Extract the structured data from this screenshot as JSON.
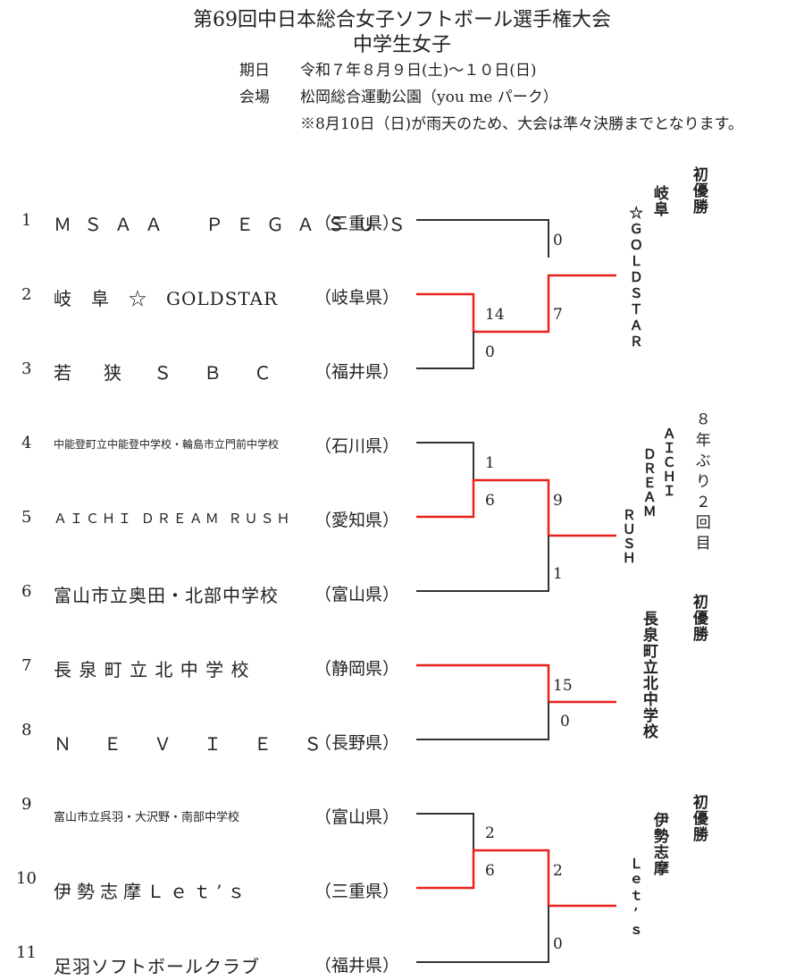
{
  "header": {
    "title": "第69回中日本総合女子ソフトボール選手権大会",
    "subtitle": "中学生女子",
    "date_label": "期日",
    "date_value": "令和７年８月９日(土)～１０日(日)",
    "venue_label": "会場",
    "venue_value": "松岡総合運動公園（you me パーク）",
    "note": "※8月10日（日)が雨天のため、大会は準々決勝までとなります。"
  },
  "teams": [
    {
      "no": "1",
      "name": "ＭＳＡＡ　ＰＥＧＡＳＵＳ",
      "pref": "（三重県）"
    },
    {
      "no": "2",
      "name": "岐　阜　☆　GOLDSTAR",
      "pref": "（岐阜県）"
    },
    {
      "no": "3",
      "name": "若　狭　Ｓ　Ｂ　Ｃ",
      "pref": "（福井県）"
    },
    {
      "no": "4",
      "name": "中能登町立中能登中学校・輪島市立門前中学校",
      "pref": "（石川県）"
    },
    {
      "no": "5",
      "name": "ＡＩＣＨＩ ＤＲＥＡＭ ＲＵＳＨ",
      "pref": "（愛知県）"
    },
    {
      "no": "6",
      "name": "富山市立奥田・北部中学校",
      "pref": "（富山県）"
    },
    {
      "no": "7",
      "name": "長 泉 町 立 北 中 学 校",
      "pref": "（静岡県）"
    },
    {
      "no": "8",
      "name": "Ｎ　Ｅ　Ｖ　Ｉ　Ｅ　Ｓ",
      "pref": "（長野県）"
    },
    {
      "no": "9",
      "name": "富山市立呉羽・大沢野・南部中学校",
      "pref": "（富山県）"
    },
    {
      "no": "10",
      "name": "伊勢志摩Ｌｅｔ’ｓ",
      "pref": "（三重県）"
    },
    {
      "no": "11",
      "name": "足羽ソフトボールクラブ",
      "pref": "（福井県）"
    }
  ],
  "scores": {
    "b1_r1_top": "14",
    "b1_r1_bottom": "0",
    "b1_r2_top": "0",
    "b1_r2_bottom": "7",
    "b2_r1_top": "1",
    "b2_r1_bottom": "6",
    "b2_r2_top": "9",
    "b2_r2_bottom": "1",
    "b3_r1_top": "15",
    "b3_r1_bottom": "0",
    "b4_r1_top": "2",
    "b4_r1_bottom": "6",
    "b4_r2_top": "2",
    "b4_r2_bottom": "0"
  },
  "winners": {
    "w1_line1": "岐阜",
    "w1_line2": "☆ＧＯＬＤＳＴＡＲ",
    "w1_note": "初優勝",
    "w2_line1": "ＡＩＣＨＩ",
    "w2_line2": "ＤＲＥＡＭ",
    "w2_line3": "ＲＵＳＨ",
    "w2_note": "８年ぶり２回目",
    "w3_line1": "長泉町立北中学校",
    "w3_note": "初優勝",
    "w4_line1": "伊勢志摩",
    "w4_line2": "Ｌｅｔ’ｓ",
    "w4_note": "初優勝"
  },
  "colors": {
    "winner_line": "#e8231e",
    "line": "#333333"
  }
}
